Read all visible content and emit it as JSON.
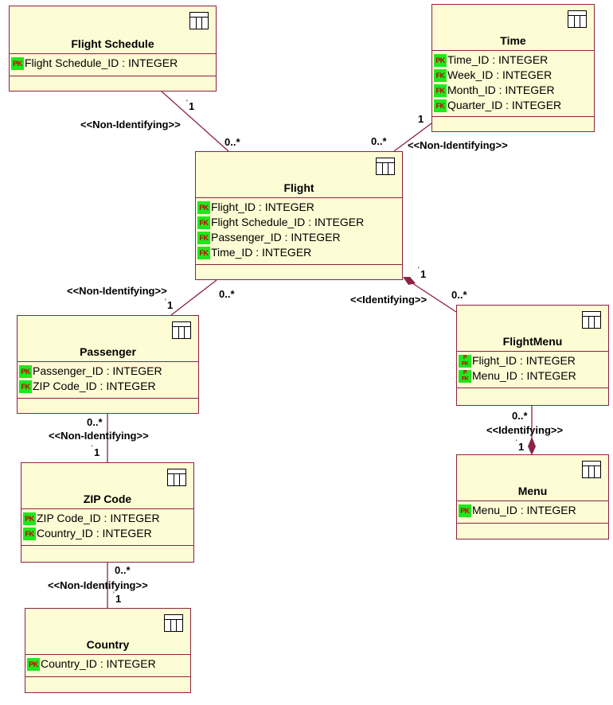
{
  "entities": {
    "flight_schedule": {
      "title": "Flight Schedule",
      "attrs": [
        {
          "key": "PK",
          "text": "Flight Schedule_ID : INTEGER"
        }
      ]
    },
    "time": {
      "title": "Time",
      "attrs": [
        {
          "key": "PK",
          "text": "Time_ID : INTEGER"
        },
        {
          "key": "FK",
          "text": "Week_ID : INTEGER"
        },
        {
          "key": "FK",
          "text": "Month_ID : INTEGER"
        },
        {
          "key": "FK",
          "text": "Quarter_ID : INTEGER"
        }
      ]
    },
    "flight": {
      "title": "Flight",
      "attrs": [
        {
          "key": "PK",
          "text": "Flight_ID : INTEGER"
        },
        {
          "key": "FK",
          "text": "Flight Schedule_ID : INTEGER"
        },
        {
          "key": "FK",
          "text": "Passenger_ID : INTEGER"
        },
        {
          "key": "FK",
          "text": "Time_ID : INTEGER"
        }
      ]
    },
    "passenger": {
      "title": "Passenger",
      "attrs": [
        {
          "key": "PK",
          "text": "Passenger_ID : INTEGER"
        },
        {
          "key": "FK",
          "text": "ZIP Code_ID : INTEGER"
        }
      ]
    },
    "flight_menu": {
      "title": "FlightMenu",
      "attrs": [
        {
          "key": "PFK",
          "text": "Flight_ID : INTEGER"
        },
        {
          "key": "PFK",
          "text": "Menu_ID : INTEGER"
        }
      ]
    },
    "zip_code": {
      "title": "ZIP Code",
      "attrs": [
        {
          "key": "PK",
          "text": "ZIP Code_ID : INTEGER"
        },
        {
          "key": "FK",
          "text": "Country_ID : INTEGER"
        }
      ]
    },
    "menu": {
      "title": "Menu",
      "attrs": [
        {
          "key": "PK",
          "text": "Menu_ID : INTEGER"
        }
      ]
    },
    "country": {
      "title": "Country",
      "attrs": [
        {
          "key": "PK",
          "text": "Country_ID : INTEGER"
        }
      ]
    }
  },
  "relationships": {
    "schedule_flight": {
      "type": "<<Non-Identifying>>",
      "one": "1",
      "many": "0..*"
    },
    "time_flight": {
      "type": "<<Non-Identifying>>",
      "one": "1",
      "many": "0..*"
    },
    "passenger_flight": {
      "type": "<<Non-Identifying>>",
      "one": "1",
      "many": "0..*"
    },
    "flight_flightmenu": {
      "type": "<<Identifying>>",
      "one": "1",
      "many": "0..*"
    },
    "zip_passenger": {
      "type": "<<Non-Identifying>>",
      "one": "1",
      "many": "0..*"
    },
    "menu_flightmenu": {
      "type": "<<Identifying>>",
      "one": "1",
      "many": "0..*"
    },
    "country_zip": {
      "type": "<<Non-Identifying>>",
      "one": "1",
      "many": "0..*"
    }
  },
  "key_glyphs": {
    "PK": "PK",
    "FK": "FK",
    "PFK": "PFK"
  },
  "colors": {
    "entity_fill": "#fefcd4",
    "entity_border": "#8c2244",
    "key_fill": "#1ee81e",
    "key_text": "#c80000"
  }
}
